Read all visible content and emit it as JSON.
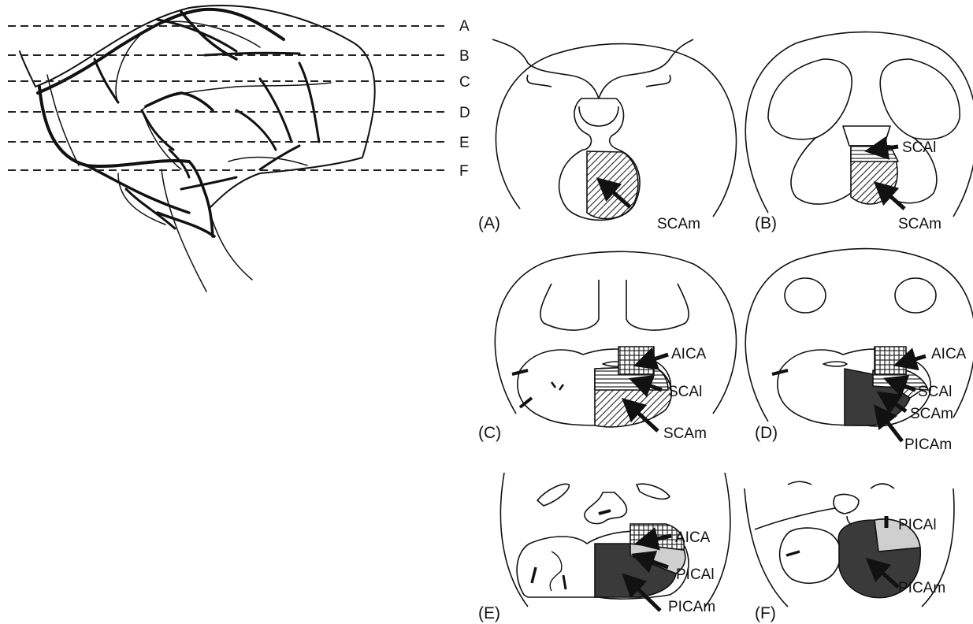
{
  "levels": [
    "A",
    "B",
    "C",
    "D",
    "E",
    "F"
  ],
  "panels": [
    {
      "id": "A",
      "label": "(A)",
      "arrows": [
        "SCAm"
      ]
    },
    {
      "id": "B",
      "label": "(B)",
      "arrows": [
        "SCAl",
        "SCAm"
      ]
    },
    {
      "id": "C",
      "label": "(C)",
      "arrows": [
        "AICA",
        "SCAl",
        "SCAm"
      ]
    },
    {
      "id": "D",
      "label": "(D)",
      "arrows": [
        "AICA",
        "SCAl",
        "SCAm",
        "PICAm"
      ]
    },
    {
      "id": "E",
      "label": "(E)",
      "arrows": [
        "AICA",
        "PICAl",
        "PICAm"
      ]
    },
    {
      "id": "F",
      "label": "(F)",
      "arrows": [
        "PICAl",
        "PICAm"
      ]
    }
  ],
  "colors": {
    "ink": "#111111",
    "dark_fill": "#3a3a3a",
    "light_fill": "#cfcfcf"
  }
}
